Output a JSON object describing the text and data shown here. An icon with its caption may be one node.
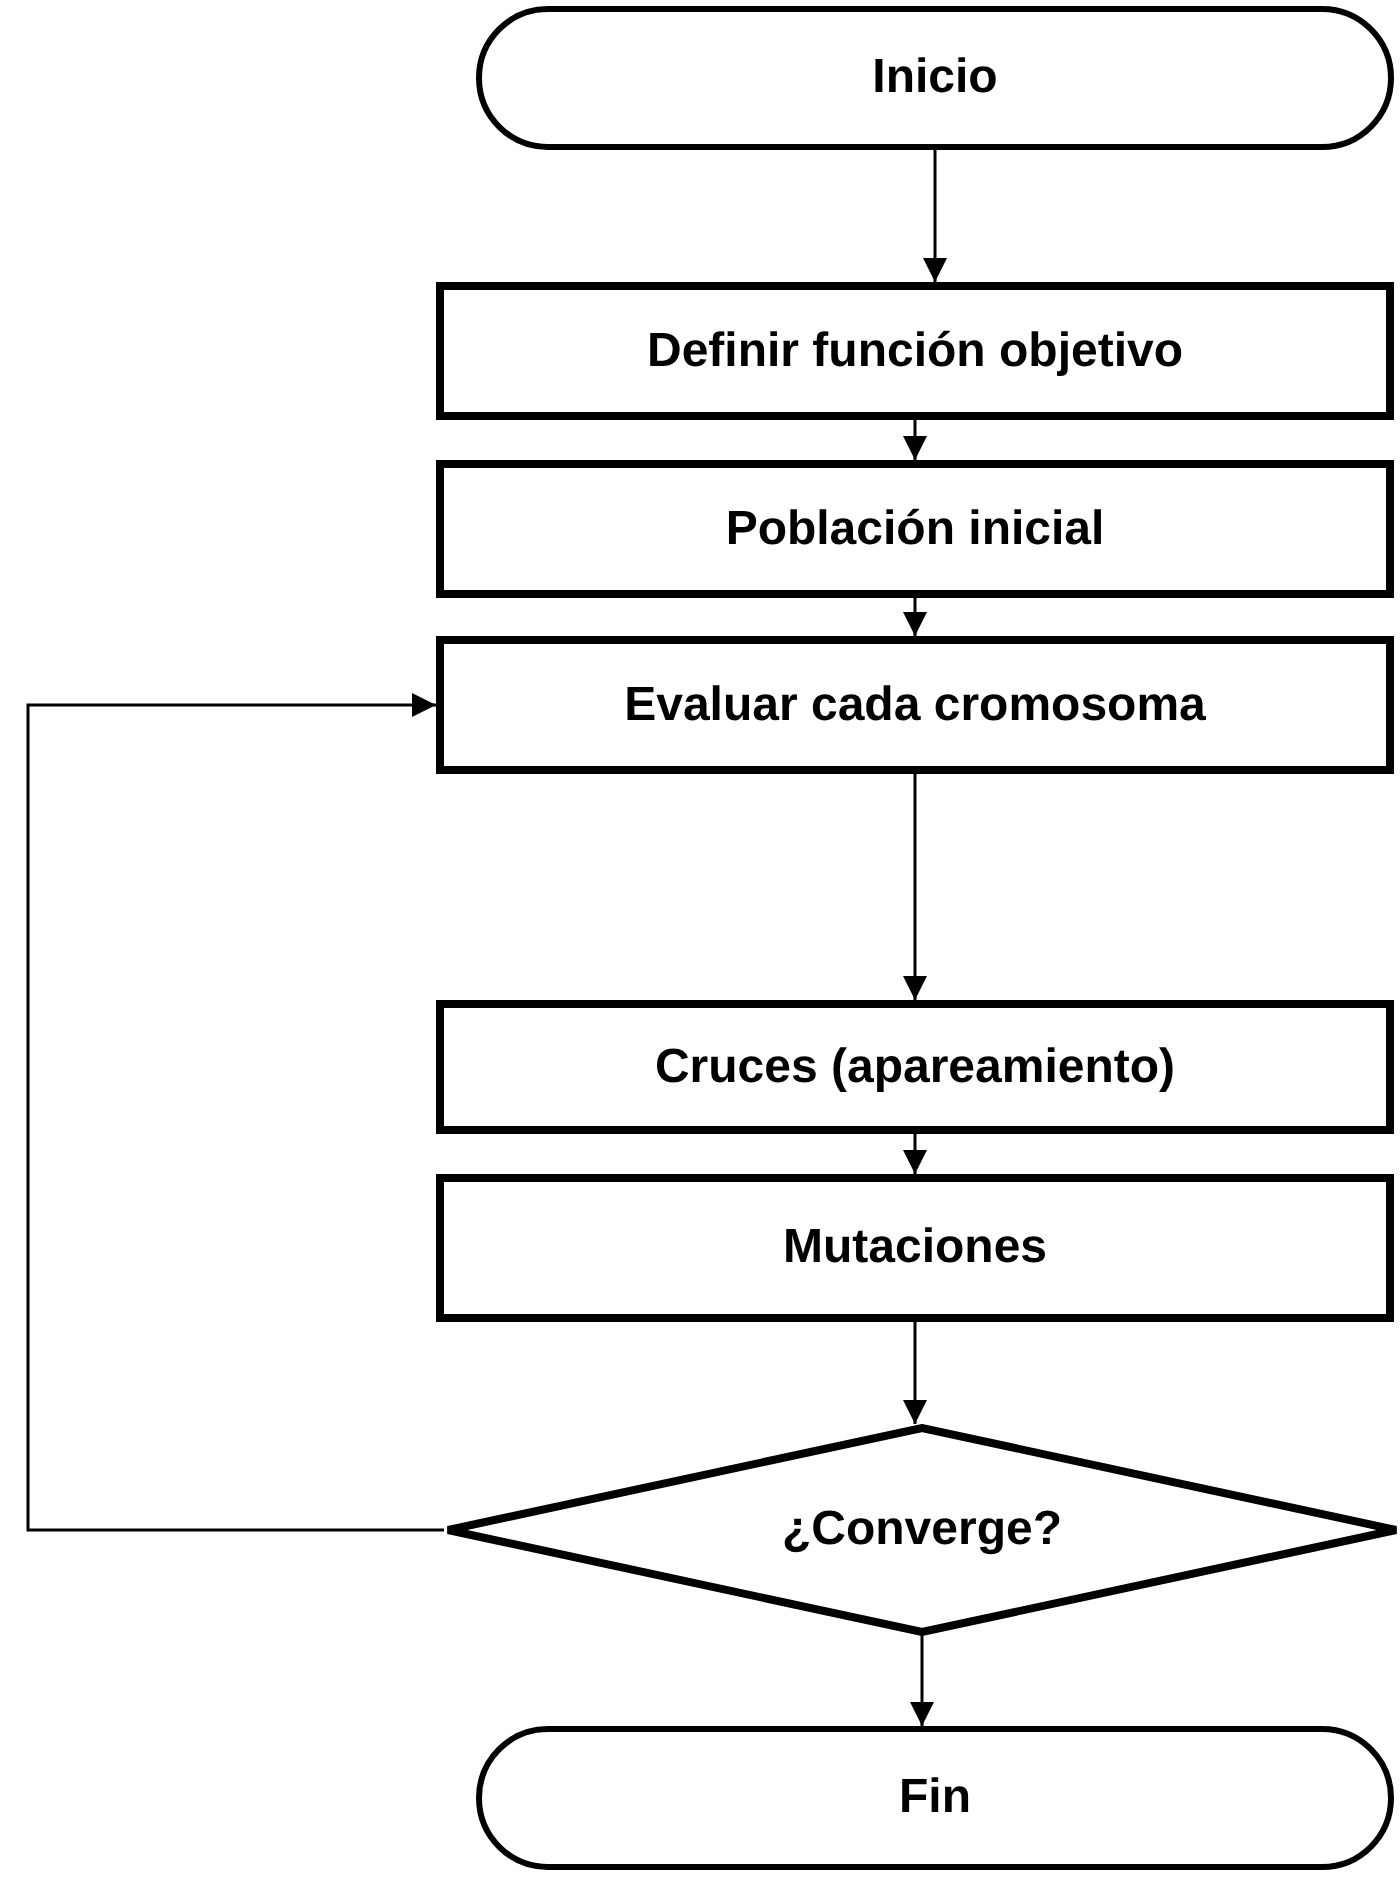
{
  "diagram": {
    "nodes": [
      {
        "text": [
          "Inicio"
        ]
      },
      {
        "text": [
          "Definir función objetivo"
        ]
      },
      {
        "text": [
          "Población inicial"
        ]
      },
      {
        "text": [
          "Evaluar cada cromosoma"
        ]
      },
      {
        "text": [
          "Cruces (apareamiento)"
        ]
      },
      {
        "text": [
          "Mutaciones"
        ]
      },
      {
        "text": [
          "¿Converge?"
        ]
      },
      {
        "text": [
          "Fin"
        ]
      }
    ],
    "edges": [
      {
        "from": 0,
        "to": 1,
        "arrow": "to"
      },
      {
        "from": 1,
        "to": 2,
        "arrow": "to"
      },
      {
        "from": 2,
        "to": 3,
        "arrow": "to"
      },
      {
        "from": 3,
        "to": 4,
        "arrow": "to"
      },
      {
        "from": 4,
        "to": 5,
        "arrow": "to"
      },
      {
        "from": 5,
        "to": 6,
        "arrow": "to"
      },
      {
        "from": 6,
        "to": 7,
        "arrow": "to"
      },
      {
        "from": 6,
        "to": 3,
        "arrow": "to"
      }
    ]
  }
}
